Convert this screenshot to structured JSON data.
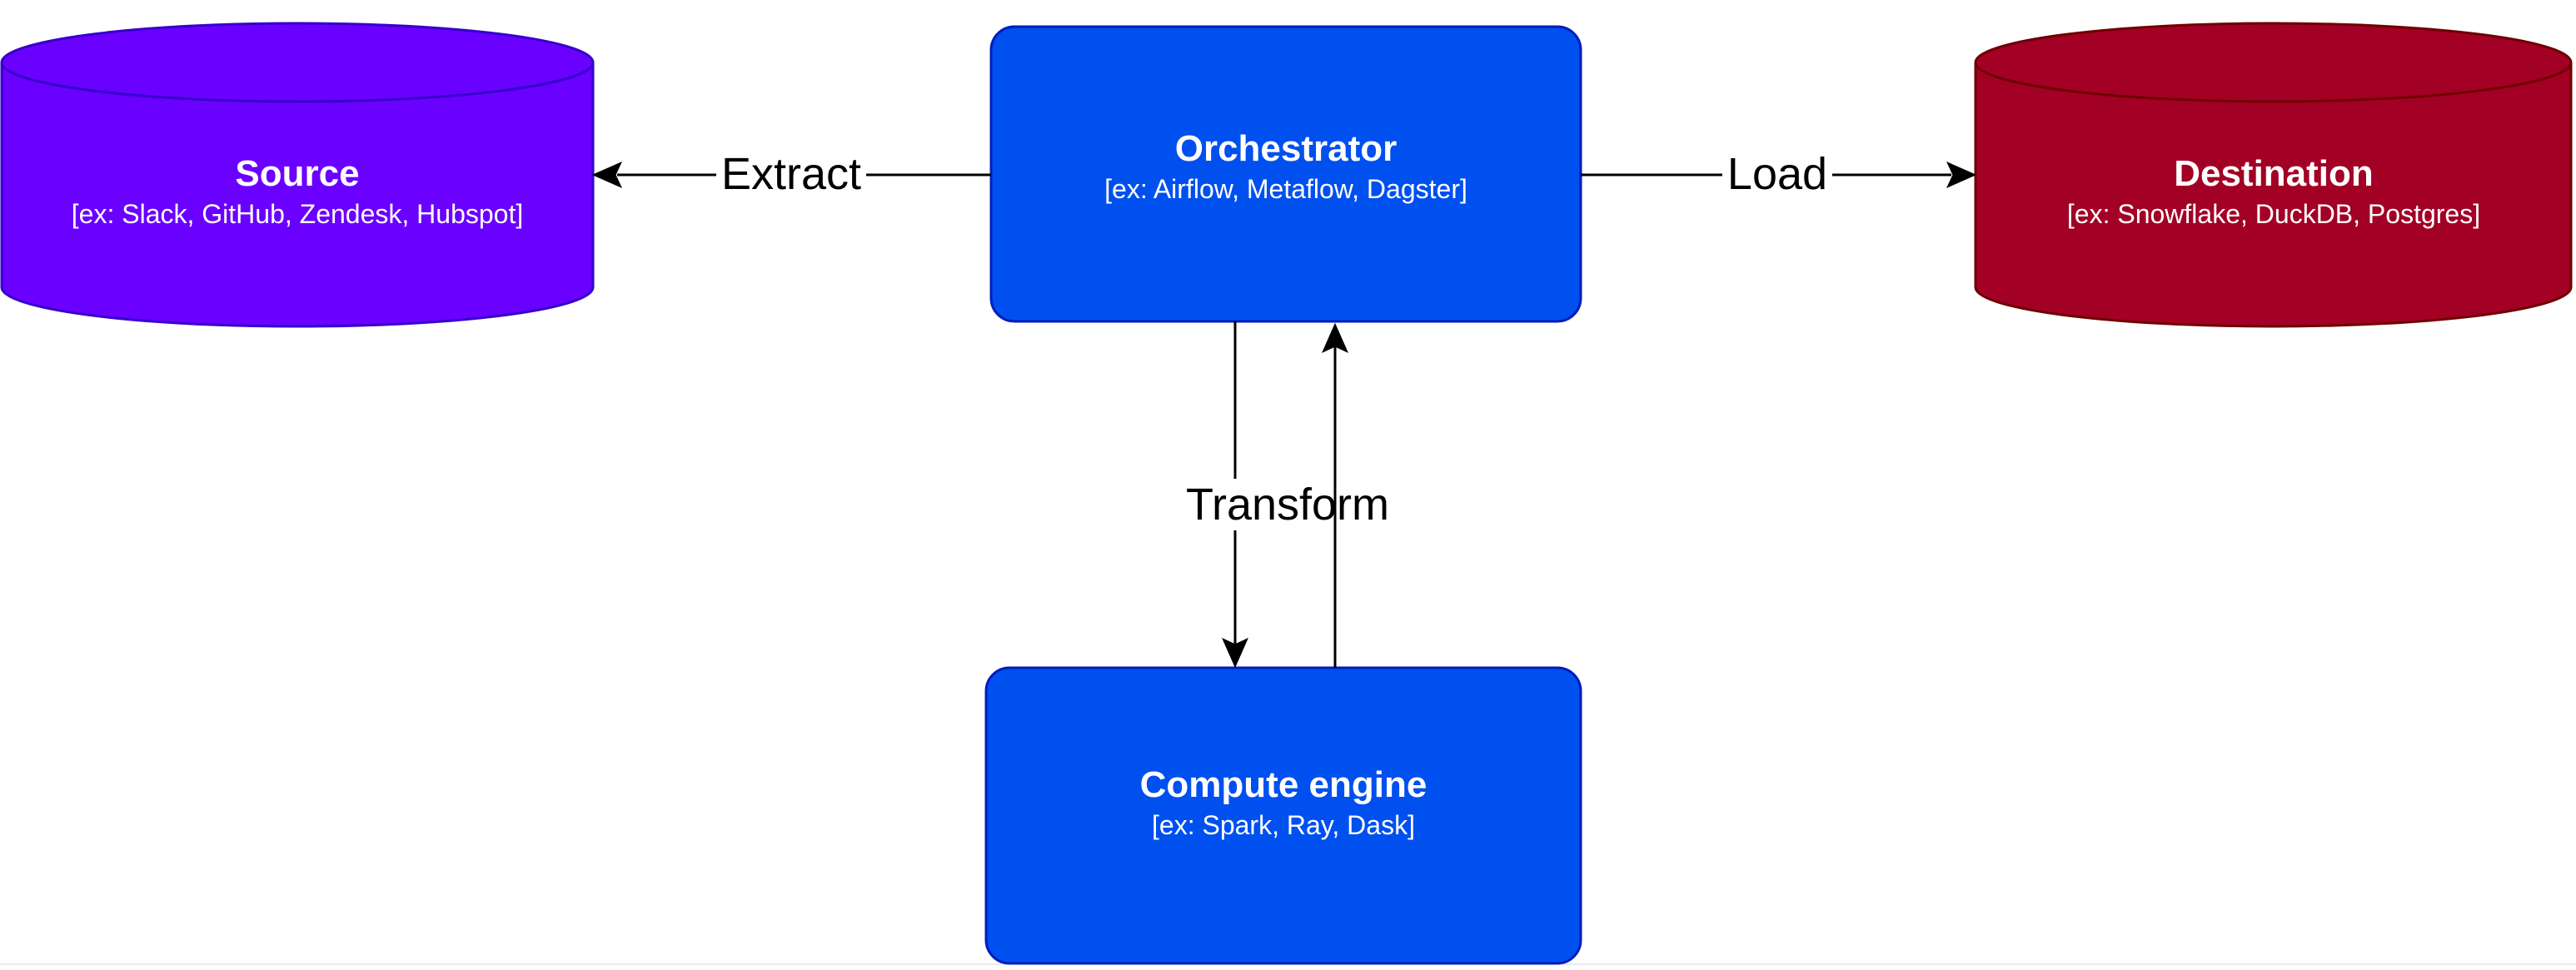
{
  "page": {
    "background": "#ffffff",
    "divider_color": "#e8eaf1"
  },
  "diagram": {
    "line_color": "#000000",
    "edge_label_color": "#000000",
    "nodes": [
      {
        "id": "source",
        "shape": "cylinder",
        "title": "Source",
        "subtitle": "[ex: Slack, GitHub, Zendesk, Hubspot]",
        "fill": "#6A00FF",
        "stroke": "#3700CC",
        "text_color": "#ffffff"
      },
      {
        "id": "orchestrator",
        "shape": "rounded-rectangle",
        "title": "Orchestrator",
        "subtitle": "[ex: Airflow, Metaflow, Dagster]",
        "fill": "#0050EF",
        "stroke": "#001DBC",
        "text_color": "#ffffff"
      },
      {
        "id": "destination",
        "shape": "cylinder",
        "title": "Destination",
        "subtitle": "[ex: Snowflake, DuckDB, Postgres]",
        "fill": "#A20025",
        "stroke": "#6F0000",
        "text_color": "#ffffff"
      },
      {
        "id": "compute_engine",
        "shape": "rounded-rectangle",
        "title": "Compute engine",
        "subtitle": "[ex: Spark, Ray, Dask]",
        "fill": "#0050EF",
        "stroke": "#001DBC",
        "text_color": "#ffffff"
      }
    ],
    "edges": [
      {
        "id": "extract",
        "label": "Extract",
        "from": "Orchestrator",
        "to": "Source",
        "direction": "left"
      },
      {
        "id": "load",
        "label": "Load",
        "from": "Orchestrator",
        "to": "Destination",
        "direction": "right"
      },
      {
        "id": "transform",
        "label": "Transform",
        "from": "Orchestrator",
        "to": "Compute engine",
        "direction": "both"
      }
    ]
  }
}
